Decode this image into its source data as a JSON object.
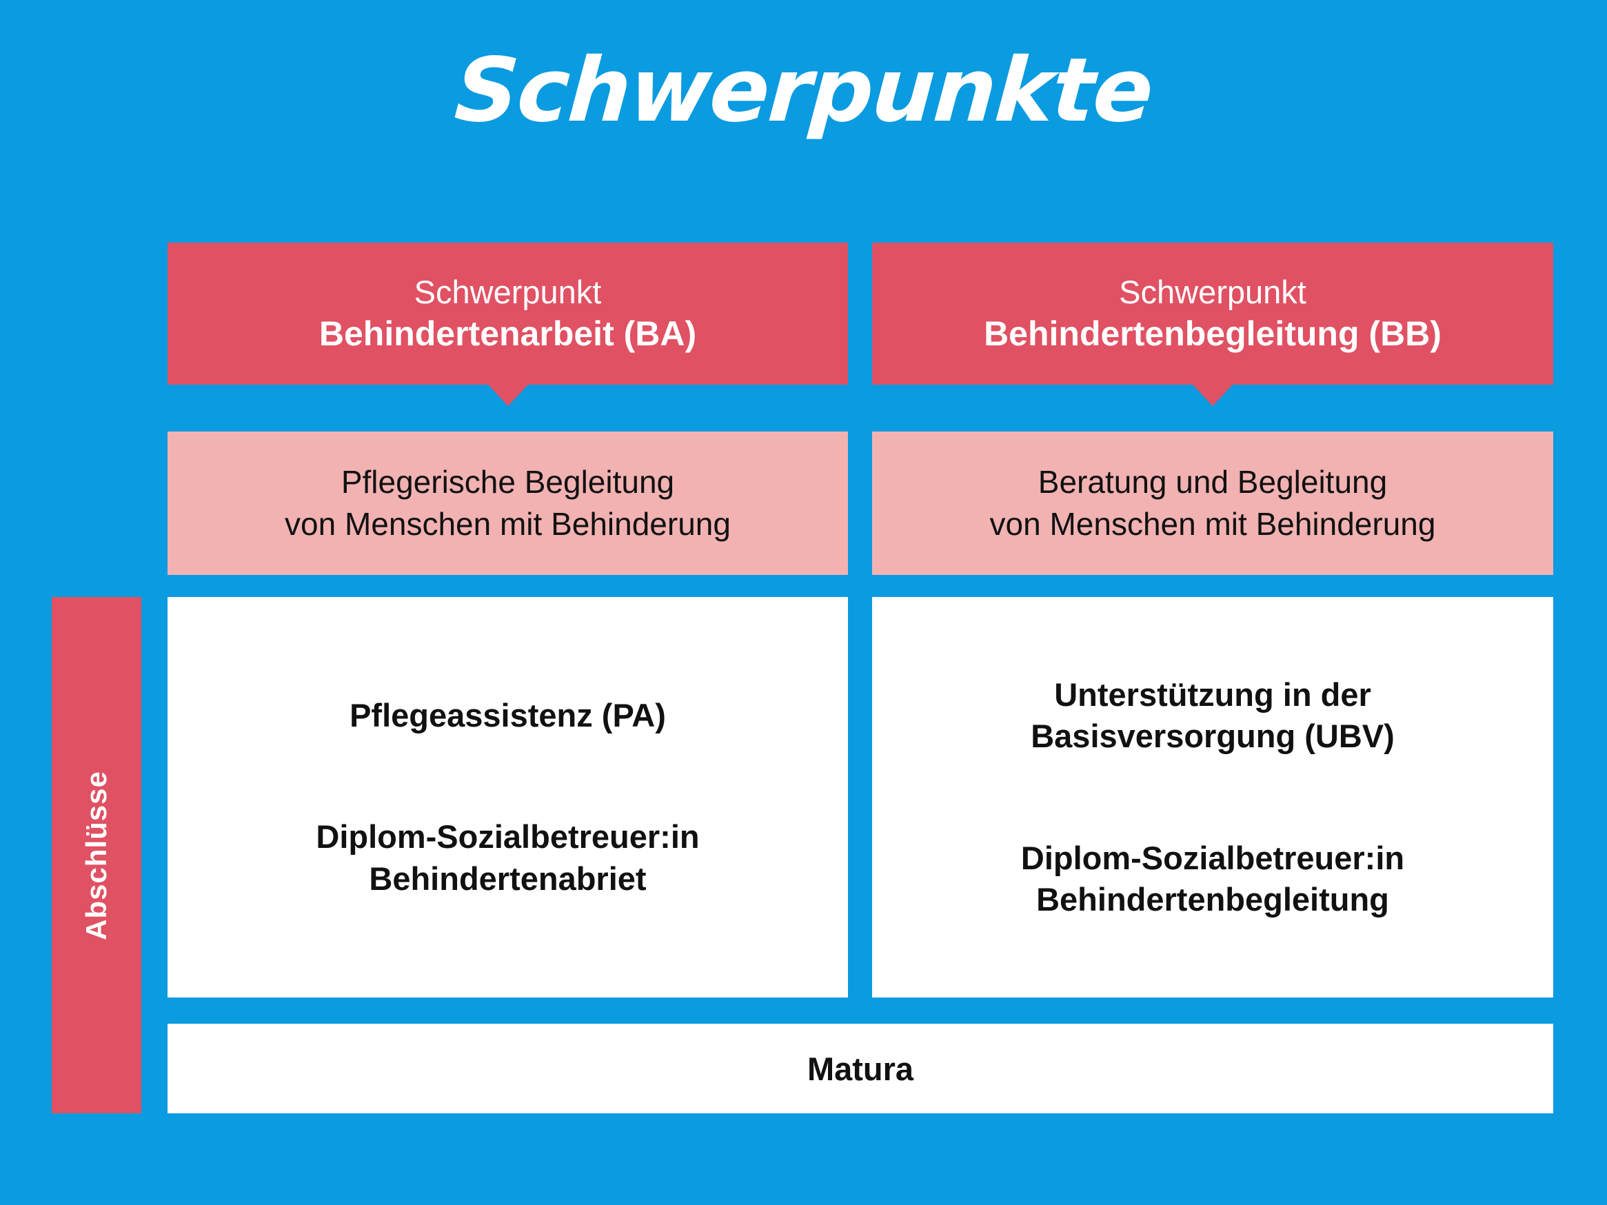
{
  "page": {
    "title": "Schwerpunkte",
    "background_color": "#0A9BE0",
    "accent_red": "#E05163",
    "accent_pink": "#F2B2B2",
    "card_white": "#FFFFFF"
  },
  "sidebar": {
    "label": "Abschlüsse"
  },
  "columns": [
    {
      "header_kicker": "Schwerpunkt",
      "header_title": "Behindertenarbeit (BA)",
      "subtitle_line1": "Pflegerische Begleitung",
      "subtitle_line2": "von Menschen mit Behinderung",
      "qualification_1_line1": "Pflegeassistenz (PA)",
      "qualification_1_line2": "",
      "qualification_2_line1": "Diplom-Sozialbetreuer:in",
      "qualification_2_line2": "Behindertenabriet"
    },
    {
      "header_kicker": "Schwerpunkt",
      "header_title": "Behindertenbegleitung (BB)",
      "subtitle_line1": "Beratung und Begleitung",
      "subtitle_line2": "von Menschen mit Behinderung",
      "qualification_1_line1": "Unterstützung in der",
      "qualification_1_line2": "Basisversorgung (UBV)",
      "qualification_2_line1": "Diplom-Sozialbetreuer:in",
      "qualification_2_line2": "Behindertenbegleitung"
    }
  ],
  "footer": {
    "label": "Matura"
  }
}
